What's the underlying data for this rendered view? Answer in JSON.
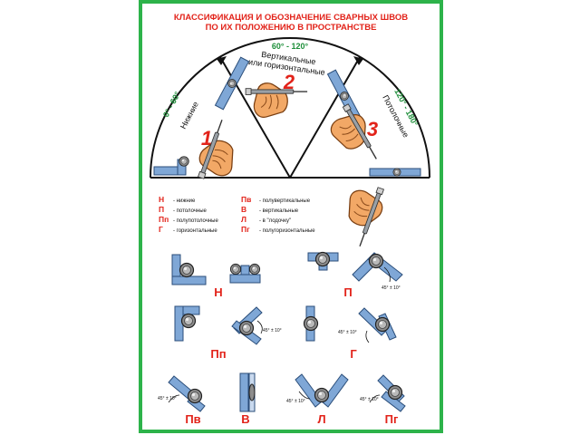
{
  "title": {
    "line1": "КЛАССИФИКАЦИЯ И ОБОЗНАЧЕНИЕ СВАРНЫХ ШВОВ",
    "line2": "ПО ИХ ПОЛОЖЕНИЮ В ПРОСТРАНСТВЕ"
  },
  "positions": [
    {
      "number": "1",
      "name": "Нижние",
      "range": "0° - 60°"
    },
    {
      "number": "2",
      "name_line1": "Вертикальные",
      "name_line2": "или горизонтальные",
      "range": "60° - 120°"
    },
    {
      "number": "3",
      "name": "Потолочные",
      "range": "120° - 180°"
    }
  ],
  "legend": [
    {
      "code": "Н",
      "text": "- нижние"
    },
    {
      "code": "П",
      "text": "- потолочные"
    },
    {
      "code": "Пп",
      "text": "- полупотолочные"
    },
    {
      "code": "Г",
      "text": "- горизонтальные"
    },
    {
      "code": "Пв",
      "text": "- полувертикальные"
    },
    {
      "code": "В",
      "text": "- вертикальные"
    },
    {
      "code": "Л",
      "text": "- в \"лодочку\""
    },
    {
      "code": "Пг",
      "text": "- полугоризонтальные"
    }
  ],
  "joints": {
    "n": {
      "label": "Н"
    },
    "p": {
      "label": "П",
      "angle": "45° ± 10°"
    },
    "pp": {
      "label": "Пп",
      "angle": "45° ± 10°"
    },
    "g": {
      "label": "Г",
      "angle": "45° ± 10°"
    },
    "pv": {
      "label": "Пв",
      "angle": "45° ± 10°"
    },
    "v": {
      "label": "В"
    },
    "l": {
      "label": "Л",
      "angle": "45° ± 10°"
    },
    "pg": {
      "label": "Пг",
      "angle": "45° ± 10°"
    }
  },
  "colors": {
    "frame": "#2db34a",
    "title": "#e2231a",
    "range": "#1e8f3a",
    "plate": "#7fa7d6",
    "plate_dark": "#3b6ea8",
    "bead": "#8a8a8a",
    "label": "#e2231a",
    "hand": "#f0a060",
    "text": "#111111"
  }
}
